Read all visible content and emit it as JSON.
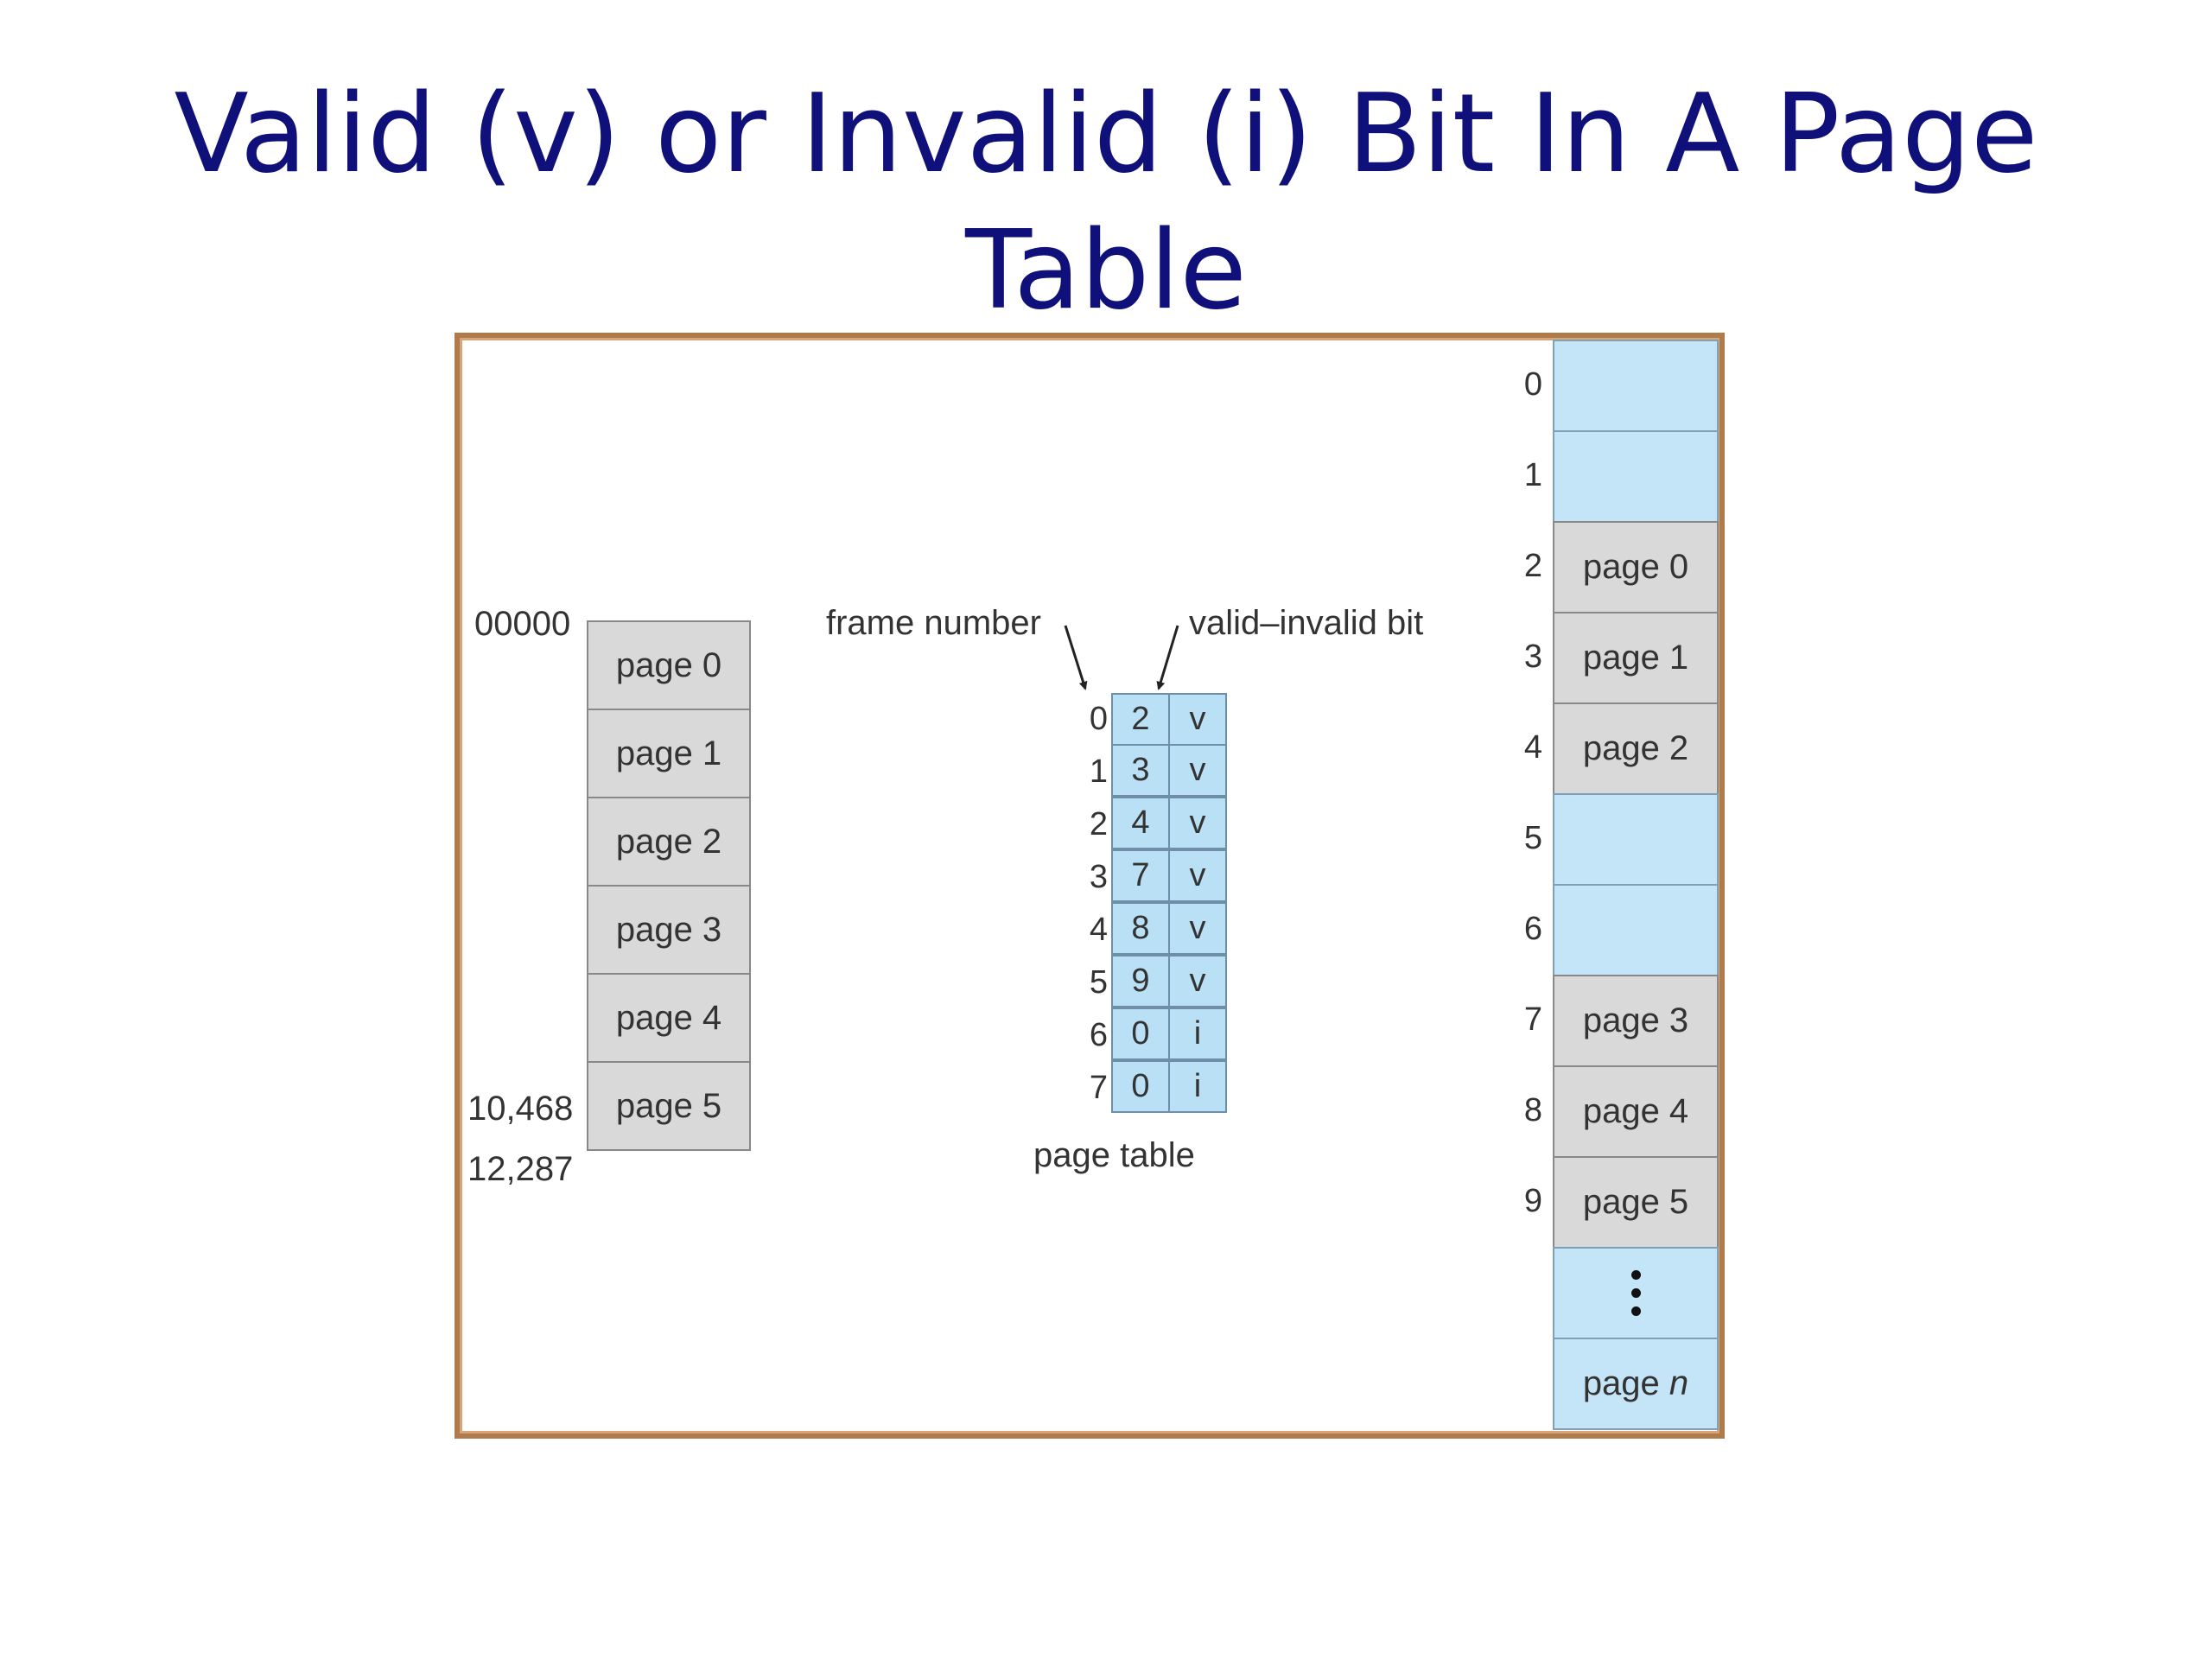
{
  "title": {
    "line1": "Valid (v) or Invalid (i) Bit In A Page",
    "line2": "Table"
  },
  "logical_memory": {
    "pages": [
      "page 0",
      "page 1",
      "page 2",
      "page 3",
      "page 4",
      "page 5"
    ],
    "address_start": "00000",
    "address_mid": "10,468",
    "address_end": "12,287"
  },
  "page_table": {
    "caption": "page table",
    "frame_number_label": "frame number",
    "valid_bit_label": "valid–invalid bit",
    "rows": [
      {
        "index": "0",
        "frame": "2",
        "bit": "v"
      },
      {
        "index": "1",
        "frame": "3",
        "bit": "v"
      },
      {
        "index": "2",
        "frame": "4",
        "bit": "v"
      },
      {
        "index": "3",
        "frame": "7",
        "bit": "v"
      },
      {
        "index": "4",
        "frame": "8",
        "bit": "v"
      },
      {
        "index": "5",
        "frame": "9",
        "bit": "v"
      },
      {
        "index": "6",
        "frame": "0",
        "bit": "i"
      },
      {
        "index": "7",
        "frame": "0",
        "bit": "i"
      }
    ]
  },
  "physical_memory": {
    "frames": [
      {
        "index": "0",
        "label": ""
      },
      {
        "index": "1",
        "label": ""
      },
      {
        "index": "2",
        "label": "page 0"
      },
      {
        "index": "3",
        "label": "page 1"
      },
      {
        "index": "4",
        "label": "page 2"
      },
      {
        "index": "5",
        "label": ""
      },
      {
        "index": "6",
        "label": ""
      },
      {
        "index": "7",
        "label": "page 3"
      },
      {
        "index": "8",
        "label": "page 4"
      },
      {
        "index": "9",
        "label": "page 5"
      },
      {
        "index": "",
        "label": ""
      },
      {
        "index": "",
        "label_prefix": "page ",
        "label_italic": "n"
      }
    ]
  },
  "colors": {
    "title": "#10107a",
    "frame_border": "#b07b4a",
    "empty_frame": "#c4e5f7",
    "used_frame": "#d9d9d9",
    "page_table_cell": "#b9e0f5"
  }
}
